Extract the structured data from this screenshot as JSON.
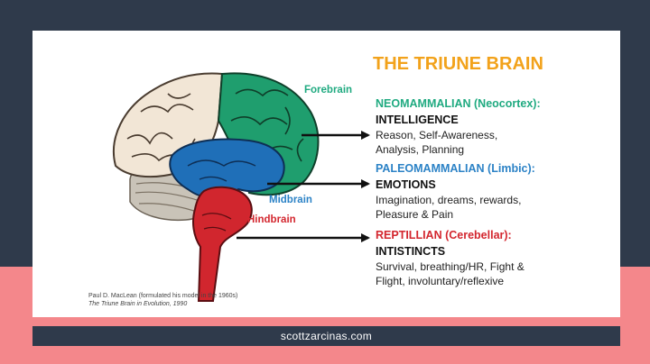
{
  "title": "THE TRIUNE BRAIN",
  "colors": {
    "title": "#f2a21b",
    "neomammalian": "#1faa80",
    "paleomammalian": "#2b82c6",
    "reptilian": "#d3262e",
    "background_dark": "#2f3a4b",
    "background_pink": "#f4878b"
  },
  "brain_labels": {
    "forebrain": "Forebrain",
    "midbrain": "Midbrain",
    "hindbrain": "Hindbrain"
  },
  "sections": [
    {
      "heading": "NEOMAMMALIAN (Neocortex):",
      "subheading": "INTELLIGENCE",
      "text": "Reason, Self-Awareness,\nAnalysis, Planning"
    },
    {
      "heading": "PALEOMAMMALIAN (Limbic):",
      "subheading": "EMOTIONS",
      "text": "Imagination, dreams, rewards,\nPleasure & Pain"
    },
    {
      "heading": "REPTILLIAN (Cerebellar):",
      "subheading": "INTISTINCTS",
      "text": "Survival, breathing/HR, Fight &\nFlight, involuntary/reflexive"
    }
  ],
  "citation": {
    "line1": "Paul D. MacLean (formulated his model in the 1960s)",
    "line2": "The Triune Brain in Evolution, 1990"
  },
  "footer": "scottzarcinas.com"
}
